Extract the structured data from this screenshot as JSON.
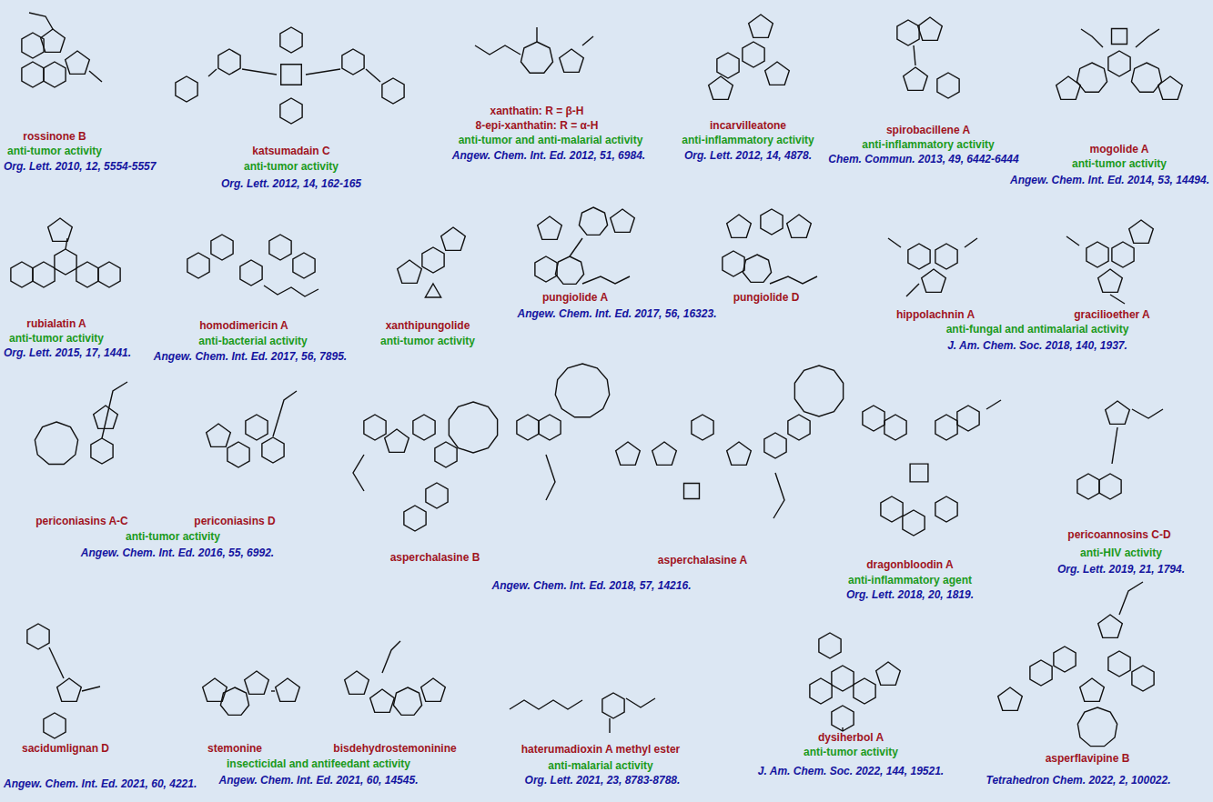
{
  "diagram": {
    "labels": [
      "rossinone B",
      "anti-tumor activity",
      "Org. Lett. 2010, 12, 5554-5557",
      "katsumadain C",
      "anti-tumor activity",
      "Org. Lett. 2012, 14, 162-165",
      "xanthatin: R = β-H",
      "8-epi-xanthatin: R = α-H",
      "anti-tumor and anti-malarial activity",
      "Angew. Chem. Int. Ed. 2012, 51, 6984.",
      "incarvilleatone",
      "anti-inflammatory activity",
      "Org. Lett. 2012, 14, 4878.",
      "spirobacillene A",
      "anti-inflammatory activity",
      "Chem. Commun. 2013, 49, 6442-6444",
      "mogolide A",
      "anti-tumor activity",
      "Angew. Chem. Int. Ed. 2014, 53, 14494.",
      "rubialatin A",
      "anti-tumor activity",
      "Org. Lett. 2015, 17, 1441.",
      "homodimericin A",
      "anti-bacterial activity",
      "Angew. Chem. Int. Ed. 2017, 56, 7895.",
      "xanthipungolide",
      "anti-tumor activity",
      "pungiolide A",
      "pungiolide D",
      "Angew. Chem. Int. Ed. 2017, 56, 16323.",
      "hippolachnin A",
      "gracilioether A",
      "anti-fungal and antimalarial activity",
      "J. Am. Chem. Soc. 2018, 140, 1937.",
      "periconiasins A-C",
      "periconiasins D",
      "anti-tumor activity",
      "Angew. Chem. Int. Ed. 2016, 55, 6992.",
      "asperchalasine B",
      "asperchalasine A",
      "Angew. Chem. Int. Ed. 2018, 57, 14216.",
      "dragonbloodin A",
      "anti-inflammatory agent",
      "Org. Lett. 2018, 20, 1819.",
      "pericoannosins C-D",
      "anti-HIV activity",
      "Org. Lett. 2019, 21, 1794.",
      "sacidumlignan D",
      "Angew. Chem. Int. Ed. 2021, 60, 4221.",
      "stemonine",
      "bisdehydrostemoninine",
      "insecticidal and antifeedant activity",
      "Angew. Chem. Int. Ed. 2021, 60, 14545.",
      "haterumadioxin A methyl ester",
      "anti-malarial activity",
      "Org. Lett. 2021, 23, 8783-8788.",
      "dysiherbol A",
      "anti-tumor activity",
      "J. Am. Chem. Soc. 2022, 144, 19521.",
      "asperflavipine B",
      "Tetrahedron Chem. 2022, 2, 100022."
    ]
  }
}
